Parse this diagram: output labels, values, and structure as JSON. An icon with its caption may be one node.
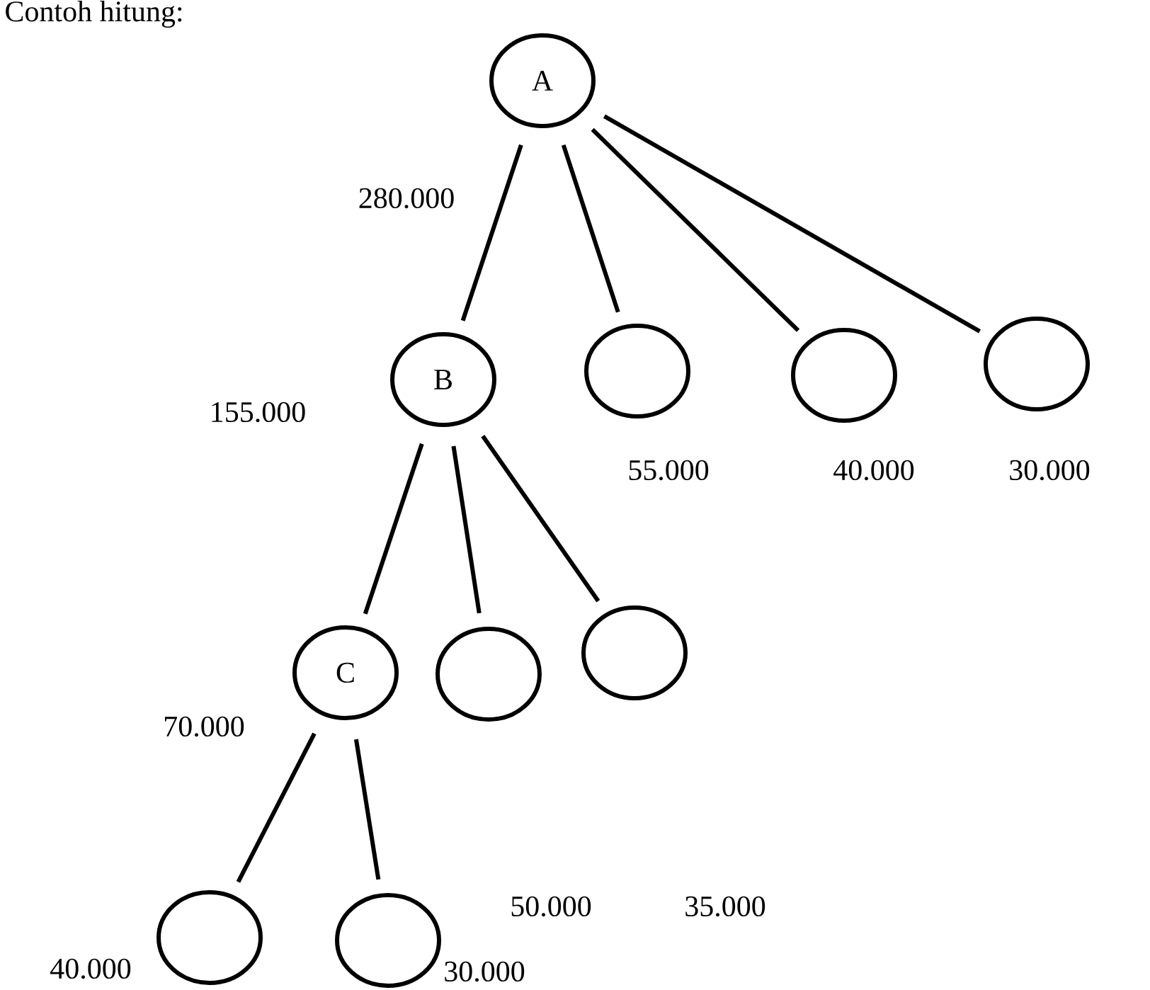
{
  "diagram": {
    "title": "Contoh hitung:",
    "nodes": [
      {
        "text": [
          "A"
        ]
      },
      {
        "text": [
          "B"
        ]
      },
      {
        "text": [],
        "shape": "circle"
      },
      {
        "text": [],
        "shape": "circle"
      },
      {
        "text": [],
        "shape": "circle"
      },
      {
        "text": [
          "C"
        ]
      },
      {
        "text": [],
        "shape": "circle"
      },
      {
        "text": [],
        "shape": "circle"
      },
      {
        "text": [],
        "shape": "circle"
      },
      {
        "text": [],
        "shape": "circle"
      }
    ],
    "edges": [
      {
        "from": 0,
        "to": 1,
        "arrow": "none"
      },
      {
        "from": 0,
        "to": 2,
        "arrow": "none"
      },
      {
        "from": 0,
        "to": 3,
        "arrow": "none"
      },
      {
        "from": 0,
        "to": 4,
        "arrow": "none"
      },
      {
        "from": 1,
        "to": 5,
        "arrow": "none"
      },
      {
        "from": 1,
        "to": 6,
        "arrow": "none"
      },
      {
        "from": 1,
        "to": 7,
        "arrow": "none"
      },
      {
        "from": 5,
        "to": 8,
        "arrow": "none"
      },
      {
        "from": 5,
        "to": 9,
        "arrow": "none"
      }
    ],
    "labels": [
      "280.000",
      "155.000",
      "55.000",
      "40.000",
      "30.000",
      "70.000",
      "50.000",
      "35.000",
      "40.000",
      "30.000"
    ]
  }
}
